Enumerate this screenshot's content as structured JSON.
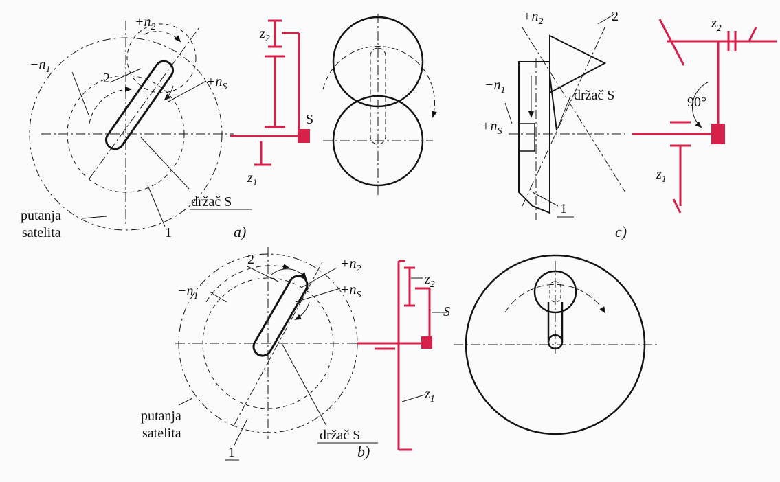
{
  "labels": {
    "n1": "−n",
    "n1_sub": "1",
    "n2": "+n",
    "n2_sub": "2",
    "ns": "+n",
    "ns_sub": "S",
    "gear1": "1",
    "gear2": "2",
    "z1": "z",
    "z1_sub": "1",
    "z2": "z",
    "z2_sub": "2",
    "carrier": "držač S",
    "S": "S",
    "orbit_line1": "putanja",
    "orbit_line2": "satelita",
    "angle": "90°"
  },
  "captions": {
    "a": "a)",
    "b": "b)",
    "c": "c)"
  },
  "colors": {
    "ink": "#141414",
    "accent": "#d6224a",
    "background": "#fbfbfb"
  }
}
